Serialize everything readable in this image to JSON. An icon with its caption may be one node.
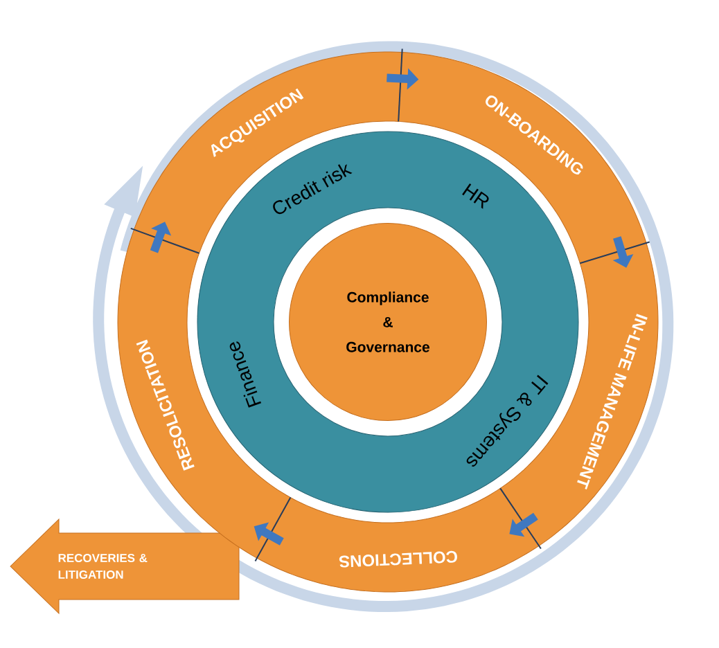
{
  "diagram": {
    "nodes": [
      {
        "text": [
          "ACQUISITION"
        ]
      },
      {
        "text": [
          "ON-BOARDING"
        ]
      },
      {
        "text": [
          "IN-LIFE MANAGEMENT"
        ]
      },
      {
        "text": [
          "COLLECTIONS"
        ]
      },
      {
        "text": [
          "RESOLICITATION"
        ]
      },
      {
        "text": [
          "Credit risk",
          "HR",
          "IT & Systems",
          "Finance"
        ]
      },
      {
        "text": [
          "Compliance & Governance"
        ],
        "in": 5
      },
      {
        "text": [
          "RECOVERIES & LITIGATION"
        ]
      }
    ],
    "edges": [
      {
        "from": 0,
        "to": 1,
        "arrow": "to"
      },
      {
        "from": 1,
        "to": 2,
        "arrow": "to"
      },
      {
        "from": 2,
        "to": 3,
        "arrow": "to"
      },
      {
        "from": 3,
        "to": 4,
        "arrow": "to"
      },
      {
        "from": 4,
        "to": 0,
        "arrow": "to"
      }
    ]
  }
}
